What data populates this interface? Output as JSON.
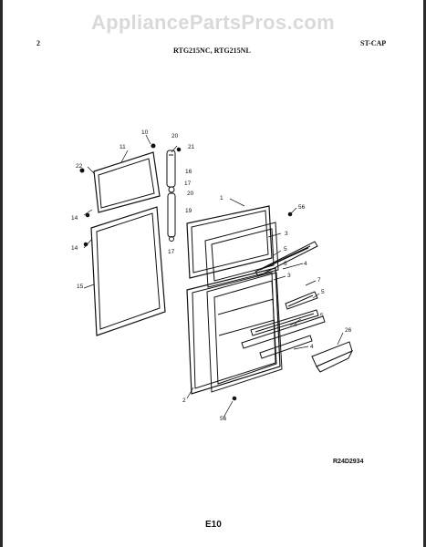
{
  "watermark": "AppliancePartsPros.com",
  "header": {
    "page_num": "2",
    "models": "RTG215NC, RTG215NL",
    "doc_code": "ST-CAP"
  },
  "footer": {
    "ref_code": "R24D2934",
    "page_code": "E10"
  },
  "callouts": [
    "10",
    "11",
    "20",
    "21",
    "22",
    "16",
    "17",
    "20",
    "19",
    "17",
    "14",
    "14",
    "15",
    "1",
    "3",
    "56",
    "5",
    "6",
    "4",
    "3",
    "7",
    "5",
    "4",
    "5",
    "4",
    "26",
    "2",
    "56"
  ]
}
